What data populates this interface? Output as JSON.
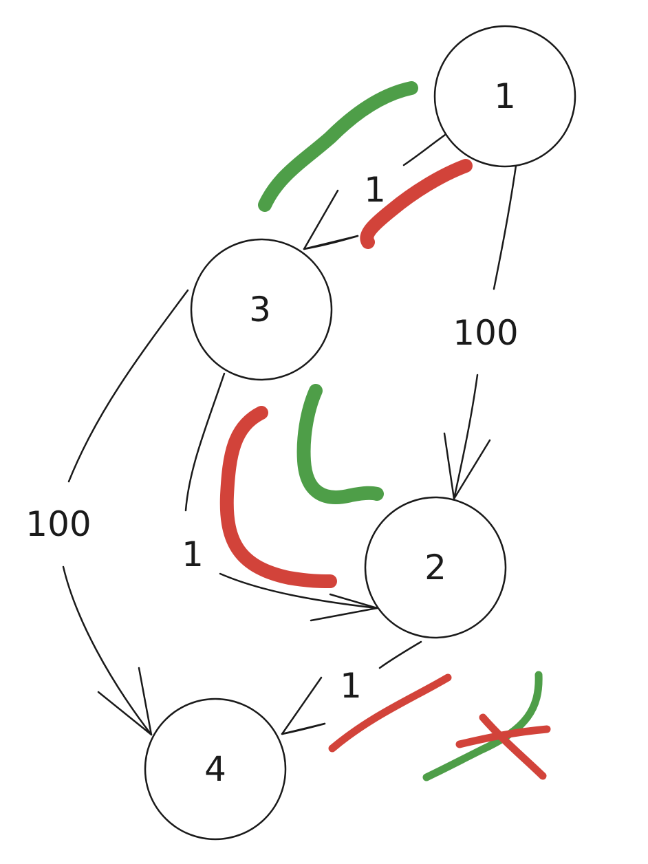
{
  "colors": {
    "ink": "#1a1a1a",
    "green": "#4e9e48",
    "red": "#d2433a"
  },
  "nodes": {
    "n1": "1",
    "n2": "2",
    "n3": "3",
    "n4": "4"
  },
  "edges": {
    "e1_3": "1",
    "e1_2": "100",
    "e3_2": "1",
    "e3_4": "100",
    "e2_4": "1"
  }
}
